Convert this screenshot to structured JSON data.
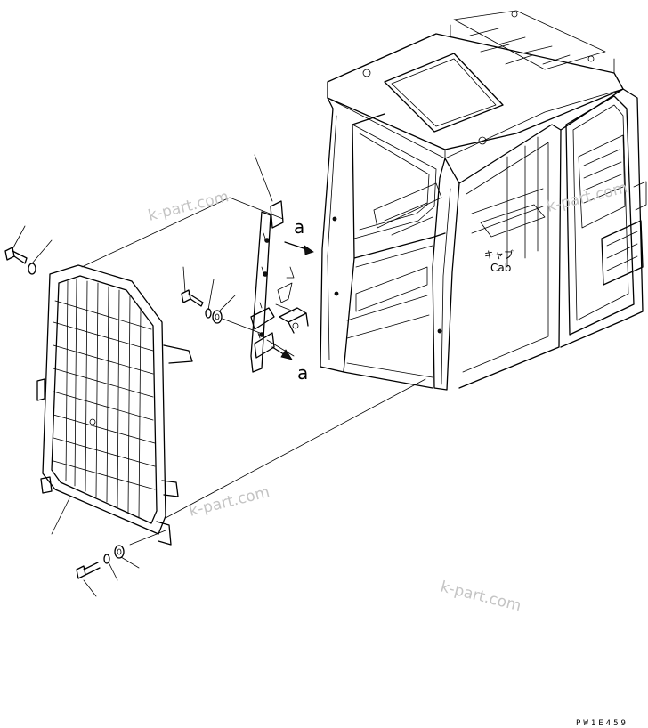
{
  "labels": {
    "ref_a_upper": "a",
    "ref_a_lower": "a",
    "cab_jp": "キャブ",
    "cab_en": "Cab"
  },
  "watermarks": [
    "k-part.com",
    "k-part.com",
    "k-part.com",
    "k-part.com"
  ],
  "drawing_code": "PW1E459"
}
